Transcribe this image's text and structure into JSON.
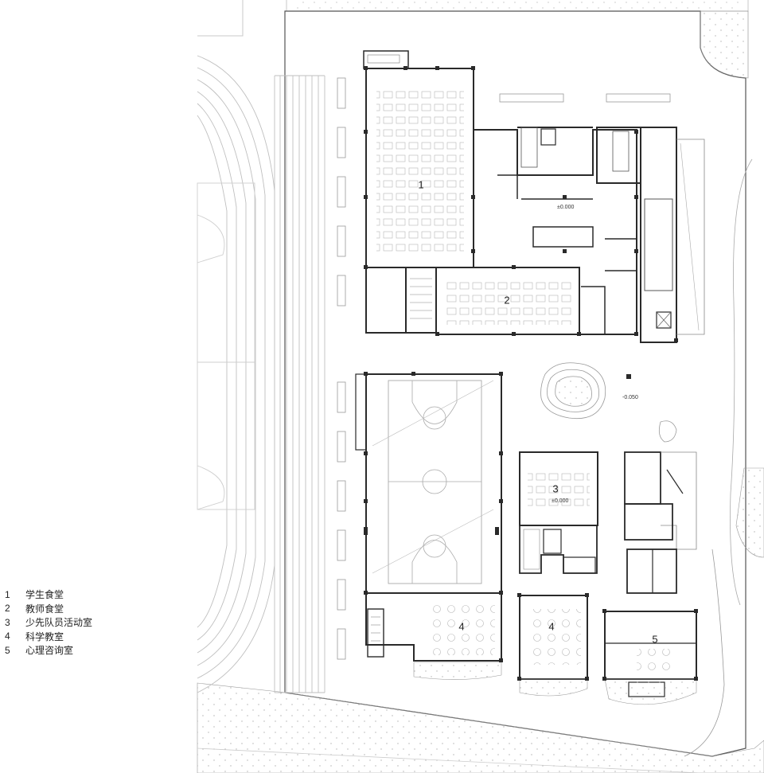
{
  "legend": [
    {
      "num": "1",
      "label": "学生食堂"
    },
    {
      "num": "2",
      "label": "教师食堂"
    },
    {
      "num": "3",
      "label": "少先队员活动室"
    },
    {
      "num": "4",
      "label": "科学教室"
    },
    {
      "num": "5",
      "label": "心理咨询室"
    }
  ],
  "room_numbers": {
    "student_canteen": "1",
    "teacher_canteen": "2",
    "activity_room": "3",
    "science_room_a": "4",
    "science_room_b": "4",
    "counseling_room": "5"
  },
  "elevations": {
    "main_hall": "±0.000",
    "activity_room": "±0.000",
    "courtyard": "-0.050"
  },
  "colors": {
    "wall": "#2a2a2a",
    "line": "#9a9a9a",
    "light_line": "#c8c8c8",
    "hatch_dot": "#b0b0b0"
  }
}
